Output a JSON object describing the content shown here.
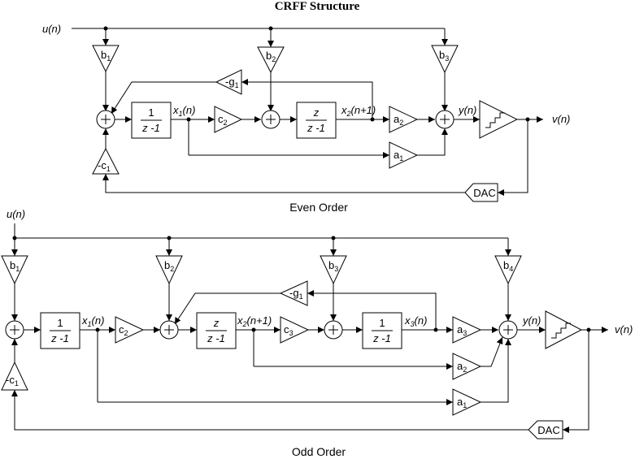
{
  "title": "CRFF Structure",
  "even": {
    "caption": "Even Order",
    "input": "u(n)",
    "output": "v(n)",
    "gains": {
      "b1": {
        "base": "b",
        "sub": "1"
      },
      "b2": {
        "base": "b",
        "sub": "2"
      },
      "b3": {
        "base": "b",
        "sub": "3"
      },
      "g1": {
        "base": "-g",
        "sub": "1"
      },
      "c1": {
        "base": "-c",
        "sub": "1"
      },
      "c2": {
        "base": "c",
        "sub": "2"
      },
      "a1": {
        "base": "a",
        "sub": "1"
      },
      "a2": {
        "base": "a",
        "sub": "2"
      }
    },
    "int1": {
      "num": "1",
      "den": "z -1"
    },
    "int2": {
      "num": "z",
      "den": "z -1"
    },
    "x1": {
      "base": "x",
      "sub": "1",
      "arg": "(n)"
    },
    "x2": {
      "base": "x",
      "sub": "2",
      "arg": "(n+1)"
    },
    "y": "y(n)",
    "dac": "DAC"
  },
  "odd": {
    "caption": "Odd Order",
    "input": "u(n)",
    "output": "v(n)",
    "gains": {
      "b1": {
        "base": "b",
        "sub": "1"
      },
      "b2": {
        "base": "b",
        "sub": "2"
      },
      "b3": {
        "base": "b",
        "sub": "3"
      },
      "b4": {
        "base": "b",
        "sub": "4"
      },
      "g1": {
        "base": "-g",
        "sub": "1"
      },
      "c1": {
        "base": "-c",
        "sub": "1"
      },
      "c2": {
        "base": "c",
        "sub": "2"
      },
      "c3": {
        "base": "c",
        "sub": "3"
      },
      "a1": {
        "base": "a",
        "sub": "1"
      },
      "a2": {
        "base": "a",
        "sub": "2"
      },
      "a3": {
        "base": "a",
        "sub": "3"
      }
    },
    "int1": {
      "num": "1",
      "den": "z -1"
    },
    "int2": {
      "num": "z",
      "den": "z -1"
    },
    "int3": {
      "num": "1",
      "den": "z -1"
    },
    "x1": {
      "base": "x",
      "sub": "1",
      "arg": "(n)"
    },
    "x2": {
      "base": "x",
      "sub": "2",
      "arg": "(n+1)"
    },
    "x3": {
      "base": "x",
      "sub": "3",
      "arg": "(n)"
    },
    "y": "y(n)",
    "dac": "DAC"
  }
}
